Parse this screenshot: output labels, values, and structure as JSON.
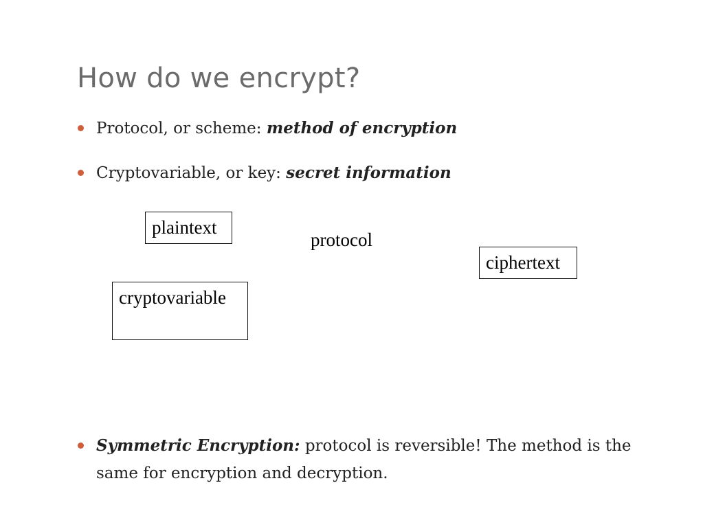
{
  "slide": {
    "title": "How do we encrypt?",
    "bullets": [
      {
        "lead": "Protocol, or scheme:  ",
        "emphasis": "method of encryption",
        "tail": ""
      },
      {
        "lead": "Cryptovariable, or key: ",
        "emphasis": "secret information",
        "tail": ""
      },
      {
        "lead": "",
        "emphasis": "Symmetric Encryption:",
        "tail": " protocol is reversible! The method is the same for encryption and decryption."
      }
    ],
    "diagram": {
      "plaintext": "plaintext",
      "protocol": "protocol",
      "ciphertext": "ciphertext",
      "cryptovariable": "cryptovariable"
    },
    "colors": {
      "title": "#6b6b6b",
      "bullet_dot": "#cf5e3c",
      "body_text": "#222222"
    }
  }
}
